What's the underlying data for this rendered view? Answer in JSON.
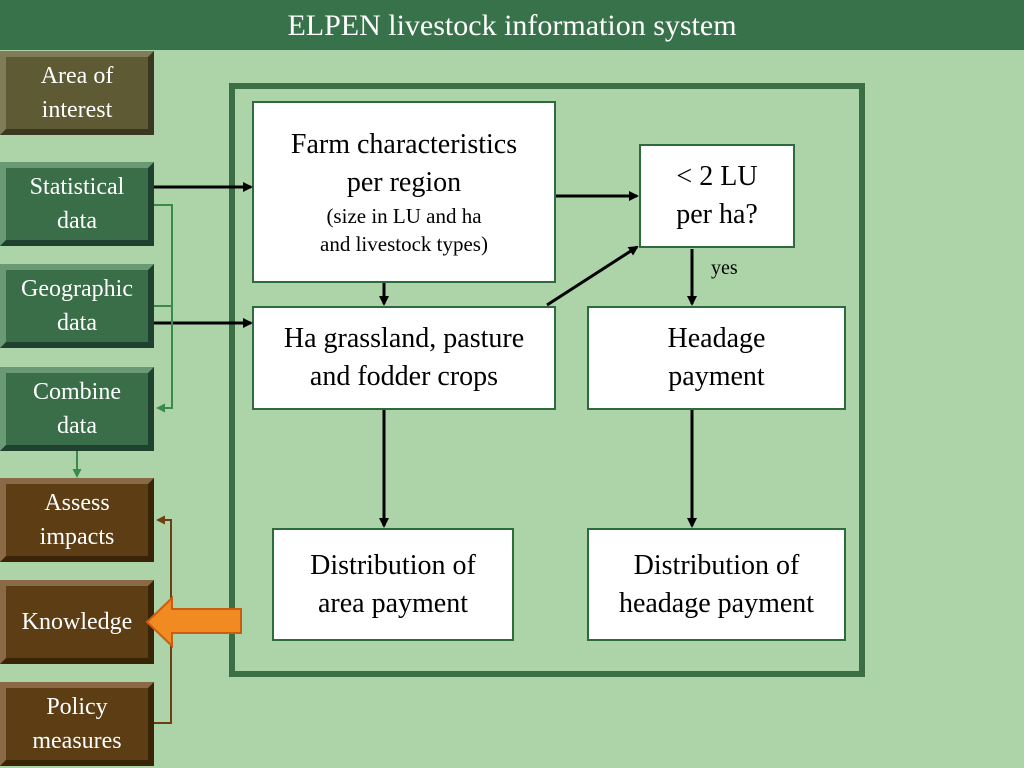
{
  "title": "ELPEN livestock information system",
  "sidebar": {
    "area_of_interest": "Area of\ninterest",
    "statistical_data": "Statistical\ndata",
    "geographic_data": "Geographic\ndata",
    "combine_data": "Combine\ndata",
    "assess_impacts": "Assess\nimpacts",
    "knowledge": "Knowledge",
    "policy_measures": "Policy\nmeasures"
  },
  "flow": {
    "farm_title": "Farm characteristics\nper region",
    "farm_sub": "(size in LU and ha\nand livestock types)",
    "lu_question": "< 2 LU\nper ha?",
    "yes_label": "yes",
    "grassland": "Ha grassland, pasture\nand fodder crops",
    "headage": "Headage\npayment",
    "dist_area": "Distribution of\narea payment",
    "dist_headage": "Distribution of\nheadage payment"
  },
  "colors": {
    "background": "#acd4a8",
    "title_bar": "#38724a",
    "highlight_arrow": "#f28a22"
  }
}
